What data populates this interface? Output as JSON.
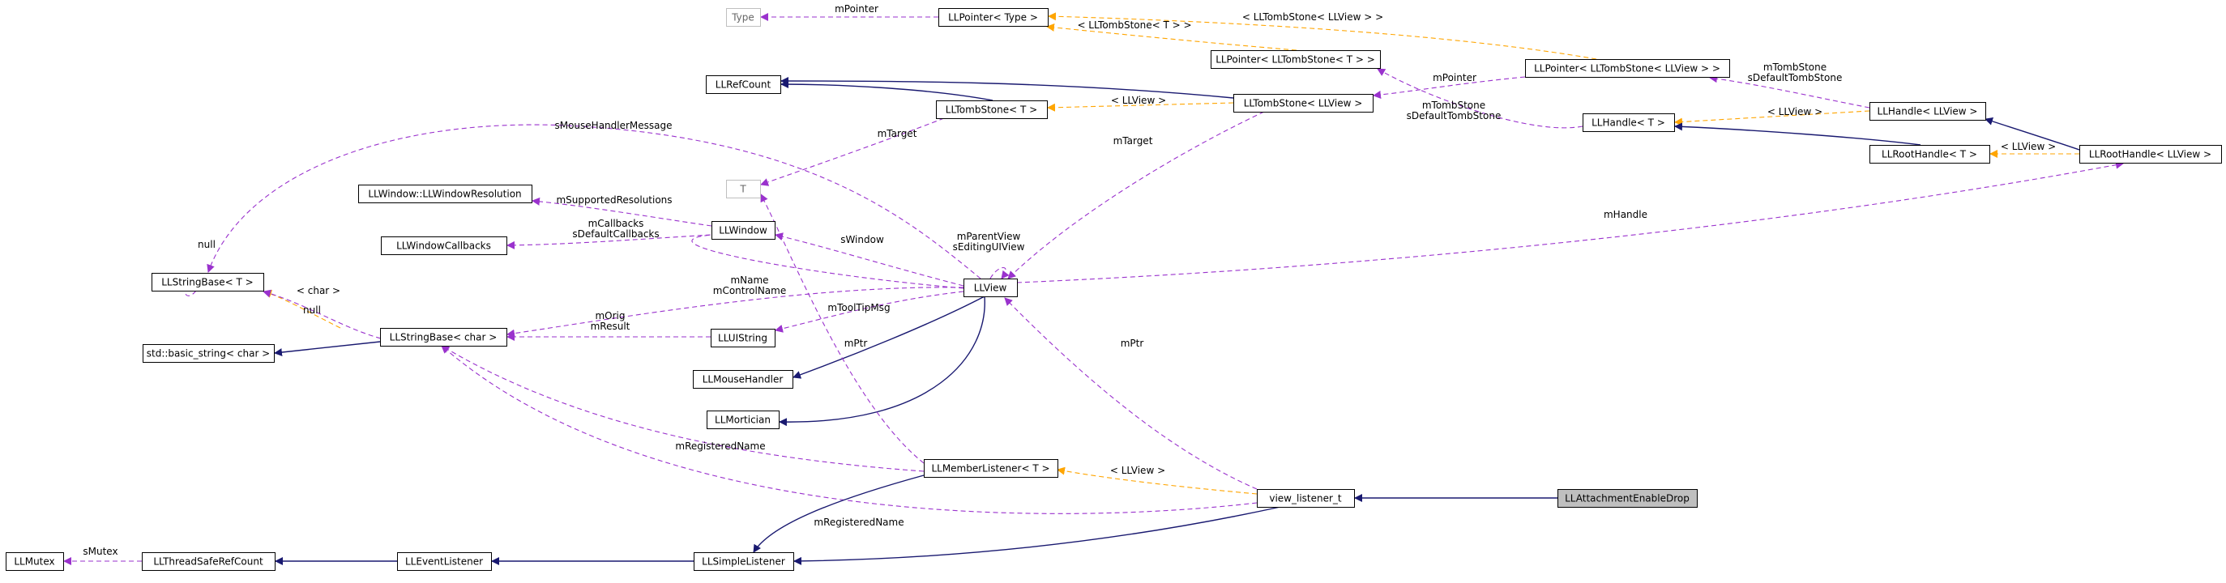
{
  "diagram": {
    "title": "LLAttachmentEnableDrop",
    "colors": {
      "inheritance": "#191970",
      "usage": "#9a32cd",
      "template": "#ffa500",
      "box_border": "#000000",
      "box_border_muted": "#bfbfbf",
      "highlight_fill": "#bfbfbf",
      "label": "#000000",
      "muted_text": "#666666"
    },
    "nodes": [
      {
        "id": "type",
        "label": "Type",
        "style": "muted"
      },
      {
        "id": "llpointer_type",
        "label": "LLPointer< Type >"
      },
      {
        "id": "llpointer_ts_t",
        "label": "LLPointer< LLTombStone< T > >"
      },
      {
        "id": "llpointer_ts_llview",
        "label": "LLPointer< LLTombStone< LLView > >"
      },
      {
        "id": "llrefcount",
        "label": "LLRefCount"
      },
      {
        "id": "lltombstone_t",
        "label": "LLTombStone< T >"
      },
      {
        "id": "lltombstone_llview",
        "label": "LLTombStone< LLView >"
      },
      {
        "id": "llhandle_t",
        "label": "LLHandle< T >"
      },
      {
        "id": "llhandle_llview",
        "label": "LLHandle< LLView >"
      },
      {
        "id": "llroothandle_t",
        "label": "LLRootHandle< T >"
      },
      {
        "id": "llroothandle_llview",
        "label": "LLRootHandle< LLView >"
      },
      {
        "id": "t",
        "label": "T",
        "style": "muted"
      },
      {
        "id": "llwindowresolution",
        "label": "LLWindow::LLWindowResolution"
      },
      {
        "id": "llwindow",
        "label": "LLWindow"
      },
      {
        "id": "llwindowcallbacks",
        "label": "LLWindowCallbacks"
      },
      {
        "id": "llstringbase_t",
        "label": "LLStringBase< T >"
      },
      {
        "id": "llview",
        "label": "LLView"
      },
      {
        "id": "llstringbase_char",
        "label": "LLStringBase< char >"
      },
      {
        "id": "lluistring",
        "label": "LLUIString"
      },
      {
        "id": "basic_string",
        "label": "std::basic_string< char >"
      },
      {
        "id": "llmousehandler",
        "label": "LLMouseHandler"
      },
      {
        "id": "llmortician",
        "label": "LLMortician"
      },
      {
        "id": "llmemberlistener",
        "label": "LLMemberListener< T >"
      },
      {
        "id": "view_listener",
        "label": "view_listener_t"
      },
      {
        "id": "llattachmentenabledrop",
        "label": "LLAttachmentEnableDrop",
        "style": "highlight"
      },
      {
        "id": "llmutex",
        "label": "LLMutex"
      },
      {
        "id": "llthreadsaferefcount",
        "label": "LLThreadSafeRefCount"
      },
      {
        "id": "lleventlistener",
        "label": "LLEventListener"
      },
      {
        "id": "llsimplelistener",
        "label": "LLSimpleListener"
      }
    ],
    "edges": [
      {
        "from": "llpointer_type",
        "to": "type",
        "kind": "usage",
        "label": "mPointer"
      },
      {
        "from": "llpointer_ts_t",
        "to": "llpointer_type",
        "kind": "template",
        "label": "< LLTombStone< T > >"
      },
      {
        "from": "llpointer_ts_llview",
        "to": "llpointer_type",
        "kind": "template",
        "label": "< LLTombStone< LLView > >"
      },
      {
        "from": "lltombstone_t",
        "to": "llrefcount",
        "kind": "inheritance"
      },
      {
        "from": "lltombstone_llview",
        "to": "llrefcount",
        "kind": "inheritance"
      },
      {
        "from": "lltombstone_llview",
        "to": "lltombstone_t",
        "kind": "template",
        "label": "< LLView >"
      },
      {
        "from": "llpointer_ts_llview",
        "to": "lltombstone_llview",
        "kind": "usage",
        "label": "mPointer"
      },
      {
        "from": "llhandle_t",
        "to": "llpointer_ts_t",
        "kind": "usage",
        "label": "mTombStone\nsDefaultTombStone"
      },
      {
        "from": "llhandle_llview",
        "to": "llpointer_ts_llview",
        "kind": "usage",
        "label": "mTombStone\nsDefaultTombStone"
      },
      {
        "from": "llhandle_llview",
        "to": "llhandle_t",
        "kind": "template",
        "label": "< LLView >"
      },
      {
        "from": "llroothandle_t",
        "to": "llhandle_t",
        "kind": "inheritance"
      },
      {
        "from": "llroothandle_llview",
        "to": "llhandle_llview",
        "kind": "inheritance"
      },
      {
        "from": "llroothandle_llview",
        "to": "llroothandle_t",
        "kind": "template",
        "label": "< LLView >"
      },
      {
        "from": "lltombstone_t",
        "to": "t",
        "kind": "usage",
        "label": "mTarget"
      },
      {
        "from": "lltombstone_llview",
        "to": "llview",
        "kind": "usage",
        "label": "mTarget"
      },
      {
        "from": "llview",
        "to": "llstringbase_t",
        "kind": "usage",
        "label": "sMouseHandlerMessage"
      },
      {
        "from": "llstringbase_t",
        "to": "llstringbase_t",
        "kind": "usage",
        "label": "null"
      },
      {
        "from": "llwindow",
        "to": "llwindowresolution",
        "kind": "usage",
        "label": "mSupportedResolutions"
      },
      {
        "from": "llwindow",
        "to": "llwindowcallbacks",
        "kind": "usage",
        "label": "mCallbacks\nsDefaultCallbacks"
      },
      {
        "from": "llview",
        "to": "llwindow",
        "kind": "usage",
        "label": "sWindow"
      },
      {
        "from": "llview",
        "to": "llview",
        "kind": "usage",
        "label": "mParentView\nsEditingUIView"
      },
      {
        "from": "llview",
        "to": "llroothandle_llview",
        "kind": "usage",
        "label": "mHandle"
      },
      {
        "from": "llstringbase_char",
        "to": "llstringbase_t",
        "kind": "template",
        "label": "< char >"
      },
      {
        "from": "llstringbase_char",
        "to": "llstringbase_t",
        "kind": "usage",
        "label": "null"
      },
      {
        "from": "llview",
        "to": "llstringbase_char",
        "kind": "usage",
        "label": "mName\nmControlName"
      },
      {
        "from": "lluistring",
        "to": "llstringbase_char",
        "kind": "usage",
        "label": "mOrig\nmResult"
      },
      {
        "from": "llview",
        "to": "lluistring",
        "kind": "usage",
        "label": "mToolTipMsg"
      },
      {
        "from": "llstringbase_char",
        "to": "basic_string",
        "kind": "inheritance"
      },
      {
        "from": "llview",
        "to": "llmousehandler",
        "kind": "inheritance"
      },
      {
        "from": "llview",
        "to": "llmortician",
        "kind": "inheritance"
      },
      {
        "from": "llmemberlistener",
        "to": "t",
        "kind": "usage",
        "label": "mPtr"
      },
      {
        "from": "llmemberlistener",
        "to": "llstringbase_char",
        "kind": "usage",
        "label": "mRegisteredName"
      },
      {
        "from": "view_listener",
        "to": "llview",
        "kind": "usage",
        "label": "mPtr"
      },
      {
        "from": "view_listener",
        "to": "llmemberlistener",
        "kind": "template",
        "label": "< LLView >"
      },
      {
        "from": "view_listener",
        "to": "llstringbase_char",
        "kind": "usage",
        "label": "mRegisteredName"
      },
      {
        "from": "llattachmentenabledrop",
        "to": "view_listener",
        "kind": "inheritance"
      },
      {
        "from": "llthreadsaferefcount",
        "to": "llmutex",
        "kind": "usage",
        "label": "sMutex"
      },
      {
        "from": "lleventlistener",
        "to": "llthreadsaferefcount",
        "kind": "inheritance"
      },
      {
        "from": "llsimplelistener",
        "to": "lleventlistener",
        "kind": "inheritance"
      },
      {
        "from": "llmemberlistener",
        "to": "llsimplelistener",
        "kind": "inheritance"
      },
      {
        "from": "view_listener",
        "to": "llsimplelistener",
        "kind": "inheritance"
      }
    ]
  }
}
